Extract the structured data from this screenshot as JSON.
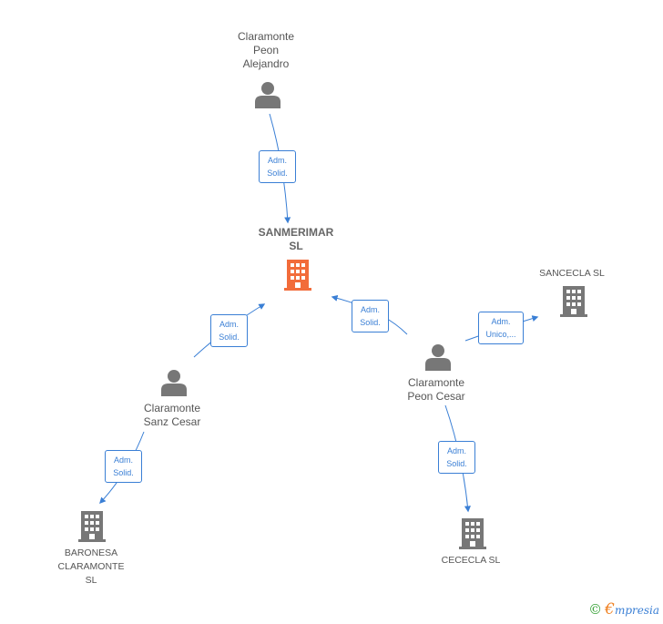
{
  "center": {
    "line1": "SANMERIMAR",
    "line2": "SL",
    "icon": "building-icon",
    "color": "#f26c3a"
  },
  "persons": {
    "alejandro": {
      "lines": [
        "Claramonte",
        "Peon",
        "Alejandro"
      ],
      "icon": "person-icon"
    },
    "sanz_cesar": {
      "lines": [
        "Claramonte",
        "Sanz Cesar"
      ],
      "icon": "person-icon"
    },
    "peon_cesar": {
      "lines": [
        "Claramonte",
        "Peon Cesar"
      ],
      "icon": "person-icon"
    }
  },
  "companies": {
    "sancecla": {
      "lines": [
        "SANCECLA  SL"
      ],
      "icon": "building-icon"
    },
    "baronesa": {
      "lines": [
        "BARONESA",
        "CLARAMONTE",
        "SL"
      ],
      "icon": "building-icon"
    },
    "cececla": {
      "lines": [
        "CECECLA  SL"
      ],
      "icon": "building-icon"
    }
  },
  "roles": {
    "r1": [
      "Adm.",
      "Solid."
    ],
    "r2": [
      "Adm.",
      "Solid."
    ],
    "r3": [
      "Adm.",
      "Solid."
    ],
    "r4": [
      "Adm.",
      "Unico,..."
    ],
    "r5": [
      "Adm.",
      "Solid."
    ],
    "r6": [
      "Adm.",
      "Solid."
    ]
  },
  "footer": {
    "symbol": "©",
    "brand_initial": "€",
    "brand_rest": "mpresia"
  },
  "colors": {
    "edge": "#3a7fd5",
    "node_gray": "#777777",
    "center_orange": "#f26c3a"
  }
}
